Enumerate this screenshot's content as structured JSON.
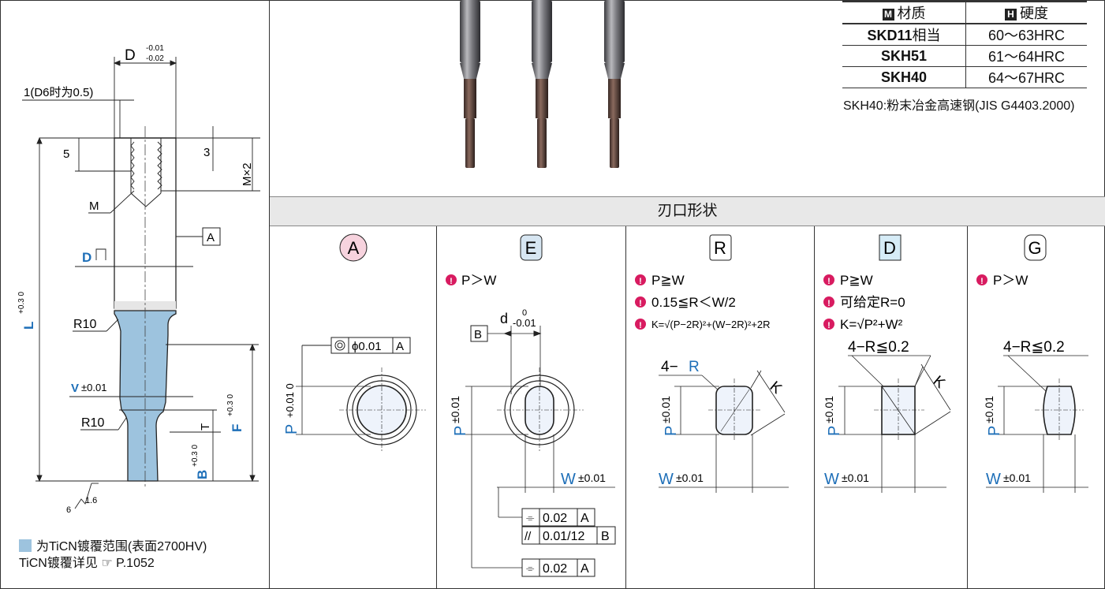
{
  "drawing": {
    "dim_D": "D",
    "dim_D_tol_upper": "-0.01",
    "dim_D_tol_lower": "-0.02",
    "dim_chamfer": "1(D6时为0.5)",
    "dim_5": "5",
    "dim_3": "3",
    "dim_MX2": "M×2",
    "dim_M": "M",
    "datum_A": "A",
    "dim_D_top": "D",
    "dim_L": "L",
    "dim_L_tol": "+0.3 0",
    "dim_R10_upper": "R10",
    "dim_V": "V",
    "dim_V_tol": "±0.01",
    "dim_R10_lower": "R10",
    "dim_T": "T",
    "dim_F": "F",
    "dim_F_tol": "+0.3 0",
    "dim_B": "B",
    "dim_B_tol": "+0.3 0",
    "dim_roughness": "6",
    "dim_roughness_2": "1.6"
  },
  "legend": {
    "coating_range": "为TiCN镀覆范围(表面2700HV)",
    "coating_detail": "TiCN镀覆详见",
    "coating_page": "P.1052"
  },
  "materials": {
    "header_material": "材质",
    "header_hardness": "硬度",
    "badge_m": "M",
    "badge_h": "H",
    "rows": [
      {
        "material": "SKD11",
        "suffix": "相当",
        "hardness": "60～63HRC"
      },
      {
        "material": "SKH51",
        "suffix": "",
        "hardness": "61～64HRC"
      },
      {
        "material": "SKH40",
        "suffix": "",
        "hardness": "64～67HRC"
      }
    ],
    "note": "SKH40:粉末冶金高速钢(JIS G4403.2000)"
  },
  "shapes_title": "刃口形状",
  "shapes": [
    {
      "label": "A",
      "conditions": [],
      "tol_symbol": "◎",
      "tol_value": "ϕ0.01",
      "tol_datum": "A",
      "dim_P": "P",
      "dim_P_tol": "+0.01 0"
    },
    {
      "label": "E",
      "conditions": [
        "P＞W"
      ],
      "datum_B": "B",
      "dim_d": "d",
      "dim_d_tol_upper": "0",
      "dim_d_tol_lower": "-0.01",
      "dim_P": "P",
      "dim_P_tol": "±0.01",
      "dim_W": "W",
      "dim_W_tol": "±0.01",
      "tol1_symbol": "⌯",
      "tol1_value": "0.02",
      "tol1_datum": "A",
      "tol2_symbol": "//",
      "tol2_value": "0.01/12",
      "tol2_datum": "B",
      "tol3_symbol": "⌯",
      "tol3_value": "0.02",
      "tol3_datum": "A"
    },
    {
      "label": "R",
      "conditions": [
        "P≧W",
        "0.15≦R＜W/2",
        "K=√(P−2R)²+(W−2R)²+2R"
      ],
      "dim_4R": "4−",
      "dim_4R_r": "R",
      "dim_K": "K",
      "dim_P": "P",
      "dim_P_tol": "±0.01",
      "dim_W": "W",
      "dim_W_tol": "±0.01"
    },
    {
      "label": "D",
      "conditions": [
        "P≧W",
        "可给定R=0",
        "K=√P²+W²"
      ],
      "dim_4R": "4−R≦0.2",
      "dim_K": "K",
      "dim_P": "P",
      "dim_P_tol": "±0.01",
      "dim_W": "W",
      "dim_W_tol": "±0.01"
    },
    {
      "label": "G",
      "conditions": [
        "P＞W"
      ],
      "dim_4R": "4−R≦0.2",
      "dim_P": "P",
      "dim_P_tol": "±0.01",
      "dim_W": "W",
      "dim_W_tol": "±0.01"
    }
  ],
  "colors": {
    "coating": "#9dc3de",
    "accent_blue": "#1e6fb8",
    "warn_magenta": "#d81b60",
    "badge_a_fill": "#f7d3de",
    "badge_e_fill": "#d7e6f2",
    "badge_d_fill": "#d6ecf7",
    "punch_steel": "#6f6f73",
    "punch_tip": "#8a5a4a"
  }
}
